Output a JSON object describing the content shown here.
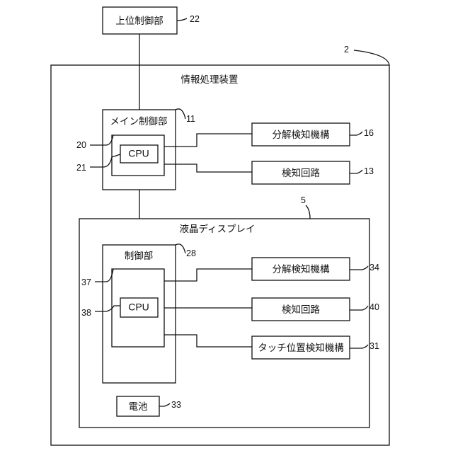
{
  "host_controller": {
    "label": "上位制御部",
    "ref": "22"
  },
  "info_device": {
    "label": "情報処理装置",
    "ref": "2"
  },
  "main_controller": {
    "label": "メイン制御部",
    "ref": "11",
    "inner_ref": "20",
    "cpu_label": "CPU",
    "cpu_ref": "21"
  },
  "main_side_blocks": [
    {
      "label": "分解検知機構",
      "ref": "16"
    },
    {
      "label": "検知回路",
      "ref": "13"
    }
  ],
  "lcd": {
    "label": "液晶ディスプレイ",
    "ref": "5"
  },
  "lcd_controller": {
    "label": "制御部",
    "ref": "28",
    "inner_ref": "37",
    "cpu_label": "CPU",
    "cpu_ref": "38"
  },
  "lcd_side_blocks": [
    {
      "label": "分解検知機構",
      "ref": "34"
    },
    {
      "label": "検知回路",
      "ref": "40"
    },
    {
      "label": "タッチ位置検知機構",
      "ref": "31"
    }
  ],
  "battery": {
    "label": "電池",
    "ref": "33"
  }
}
